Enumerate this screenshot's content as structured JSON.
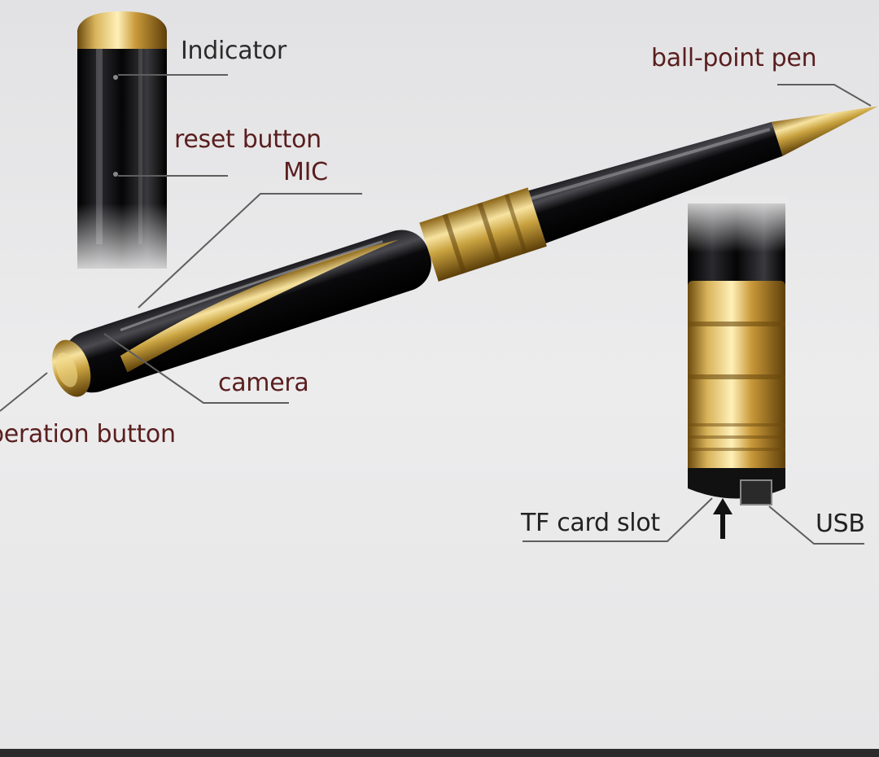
{
  "image": {
    "labels": {
      "indicator": "Indicator",
      "reset_button": "reset button",
      "mic": "MIC",
      "ball_point_pen": "ball-point pen",
      "camera": "camera",
      "operation_button": "peration button",
      "tf_card_slot": "TF card slot",
      "usb": "USB"
    },
    "colors": {
      "background": "#e9e9ea",
      "pen_body": "#0c0c0e",
      "gold": "#c9a23f",
      "label_text": "#5a1e1e",
      "leader_line": "#5e5e5e"
    }
  }
}
